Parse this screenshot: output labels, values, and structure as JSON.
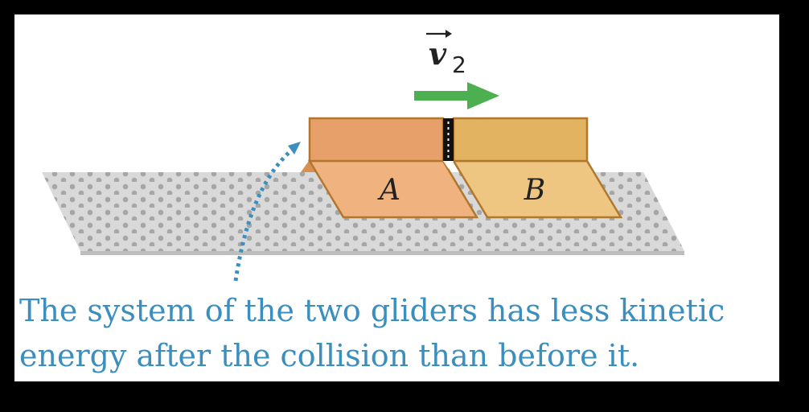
{
  "figure": {
    "velocity_label": {
      "symbol": "v",
      "subscript": "2"
    },
    "gliders": [
      {
        "label": "A",
        "color_top": "#e8a06a",
        "color_side": "#f0b27e",
        "edge": "#b07a2a"
      },
      {
        "label": "B",
        "color_top": "#e2b462",
        "color_side": "#eec682",
        "edge": "#b07a2a"
      }
    ],
    "arrow_color": "#4caf50",
    "track_color": "#d8d8d8",
    "pointer_color": "#3b8fbe",
    "caption_line1": "The system of the two gliders has less kinetic",
    "caption_line2": "energy after the collision than before it."
  }
}
